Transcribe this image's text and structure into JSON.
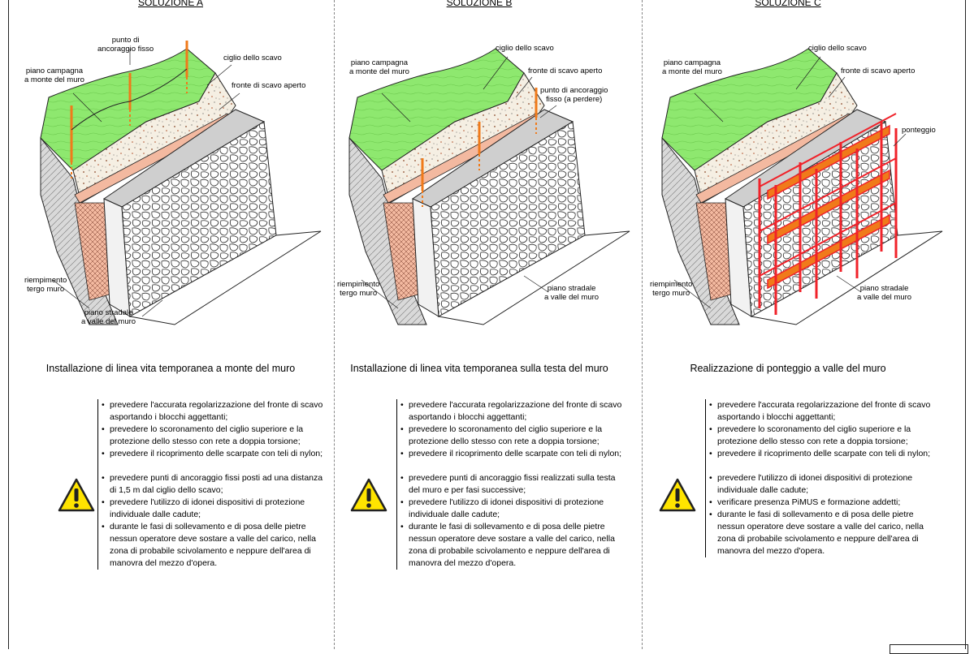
{
  "panels": [
    {
      "heading": "SOLUZIONE A",
      "labels": {
        "anchor": "punto di\nancoraggio fisso",
        "ground": "piano campagna\na monte del muro",
        "crest": "ciglio dello scavo",
        "front": "fronte di scavo aperto",
        "fill": "riempimento\ntergo muro",
        "road": "piano stradale\na valle del muro"
      },
      "caption": "Installazione di linea vita temporanea a monte del muro",
      "notes_common": [
        "prevedere l'accurata regolarizzazione del fronte di scavo asportando i blocchi aggettanti;",
        "prevedere lo scoronamento del ciglio superiore e la protezione dello stesso con rete a doppia torsione;",
        "prevedere il ricoprimento delle scarpate con teli di nylon;"
      ],
      "notes_specific": [
        "prevedere punti di ancoraggio fissi posti ad una distanza di 1,5 m dal ciglio dello scavo;",
        "prevedere l'utilizzo di idonei dispositivi di protezione individuale dalle cadute;",
        "durante le fasi di sollevamento e di posa delle pietre nessun operatore deve sostare a valle del carico, nella zona di probabile scivolamento e neppure dell'area di manovra del mezzo d'opera."
      ]
    },
    {
      "heading": "SOLUZIONE B",
      "labels": {
        "ground": "piano campagna\na monte del muro",
        "crest": "ciglio dello scavo",
        "front": "fronte di scavo aperto",
        "anchor": "punto di ancoraggio\nfisso (a perdere)",
        "fill": "riempimento\ntergo muro",
        "road": "piano stradale\na valle del muro"
      },
      "caption": "Installazione di linea vita temporanea sulla testa del muro",
      "notes_common": [
        "prevedere l'accurata regolarizzazione del fronte di scavo asportando i blocchi aggettanti;",
        "prevedere lo scoronamento del ciglio superiore e la protezione dello stesso con rete a doppia torsione;",
        "prevedere il ricoprimento delle scarpate con teli di nylon;"
      ],
      "notes_specific": [
        "prevedere punti di ancoraggio fissi realizzati sulla testa del muro e per fasi successive;",
        "prevedere l'utilizzo di idonei dispositivi di protezione individuale dalle cadute;",
        "durante le fasi di sollevamento e di posa delle pietre nessun operatore deve sostare a valle del carico, nella zona di probabile scivolamento e neppure dell'area di manovra del mezzo d'opera."
      ]
    },
    {
      "heading": "SOLUZIONE C",
      "labels": {
        "ground": "piano campagna\na monte del muro",
        "crest": "ciglio dello scavo",
        "front": "fronte di scavo aperto",
        "scaffold": "ponteggio",
        "fill": "riempimento\ntergo muro",
        "road": "piano stradale\na valle del muro"
      },
      "caption": "Realizzazione di ponteggio a valle del muro",
      "notes_common": [
        "prevedere l'accurata regolarizzazione del fronte di scavo asportando i blocchi aggettanti;",
        "prevedere lo scoronamento del ciglio superiore e la protezione dello stesso con rete a doppia torsione;",
        "prevedere il ricoprimento delle scarpate con teli di nylon;"
      ],
      "notes_specific": [
        "prevedere l'utilizzo di idonei dispositivi di protezione individuale dalle cadute;",
        "verificare presenza PiMUS e formazione addetti;",
        "durante le fasi di sollevamento e di posa delle pietre nessun operatore deve sostare a valle del carico, nella zona di probabile scivolamento e neppure dell'area di manovra del mezzo d'opera."
      ]
    }
  ],
  "colors": {
    "grass": "#8ee86f",
    "soil": "#f5efe3",
    "fill": "#f3b9a0",
    "wall_top": "#cfcfcf",
    "post": "#f07a1a",
    "scaffold": "#f0222a",
    "warning": "#ffe400"
  }
}
